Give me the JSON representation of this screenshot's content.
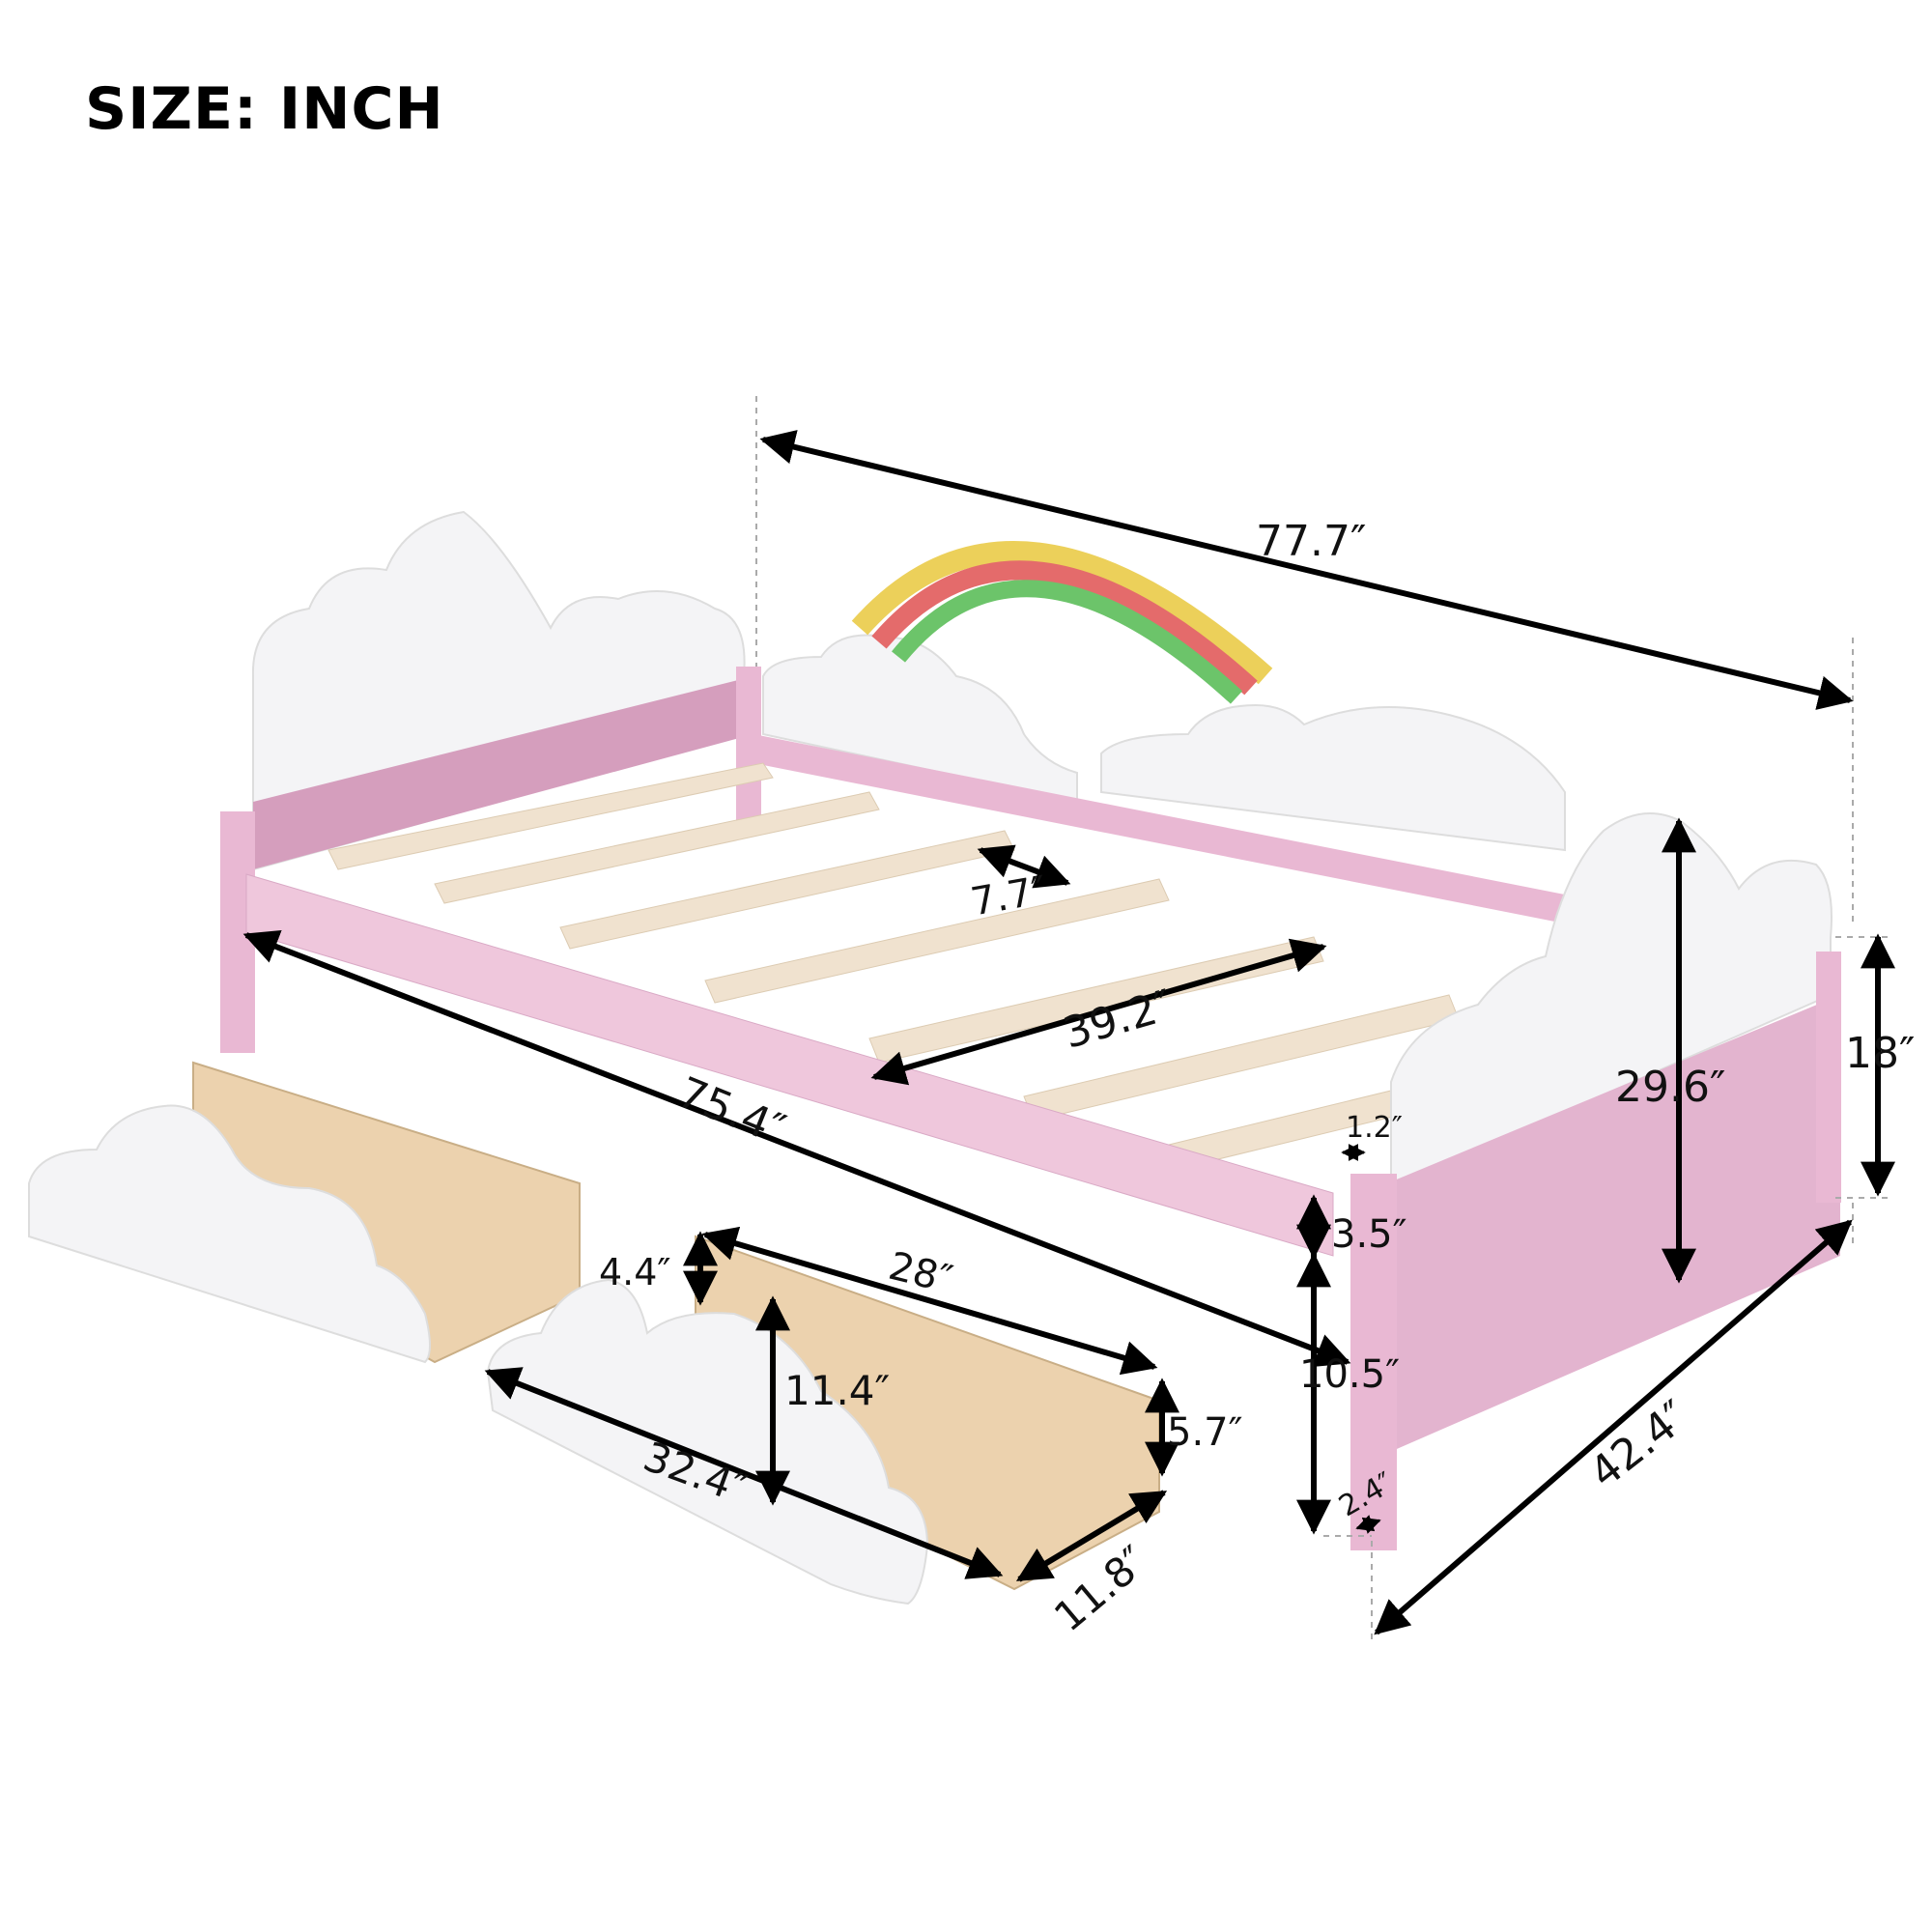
{
  "title": "SIZE: INCH",
  "colors": {
    "frame_pink": "#e9b8d3",
    "frame_pink_dark": "#d59ebd",
    "cloud_white": "#f4f4f6",
    "slat_wood": "#f0e2cf",
    "drawer_wood": "#ecd2ae",
    "rainbow_yellow": "#ecd05a",
    "rainbow_red": "#e46b6b",
    "rainbow_green": "#6cc46a",
    "arrow": "#000000"
  },
  "dimensions": {
    "overall_length": "77.7″",
    "inner_rail_length": "75.4″",
    "slat_length": "39.2″",
    "slat_spacing": "7.7″",
    "headboard_height": "29.6″",
    "footboard_height": "18″",
    "overall_width": "42.4″",
    "post_thickness": "1.2″",
    "rail_height": "3.5″",
    "ground_clearance": "10.5″",
    "leg_thickness": "2.4″",
    "drawer_inner_length": "28″",
    "drawer_front_length": "32.4″",
    "drawer_front_height": "11.4″",
    "drawer_notch_depth": "4.4″",
    "drawer_box_height": "5.7″",
    "drawer_depth": "11.8″"
  }
}
